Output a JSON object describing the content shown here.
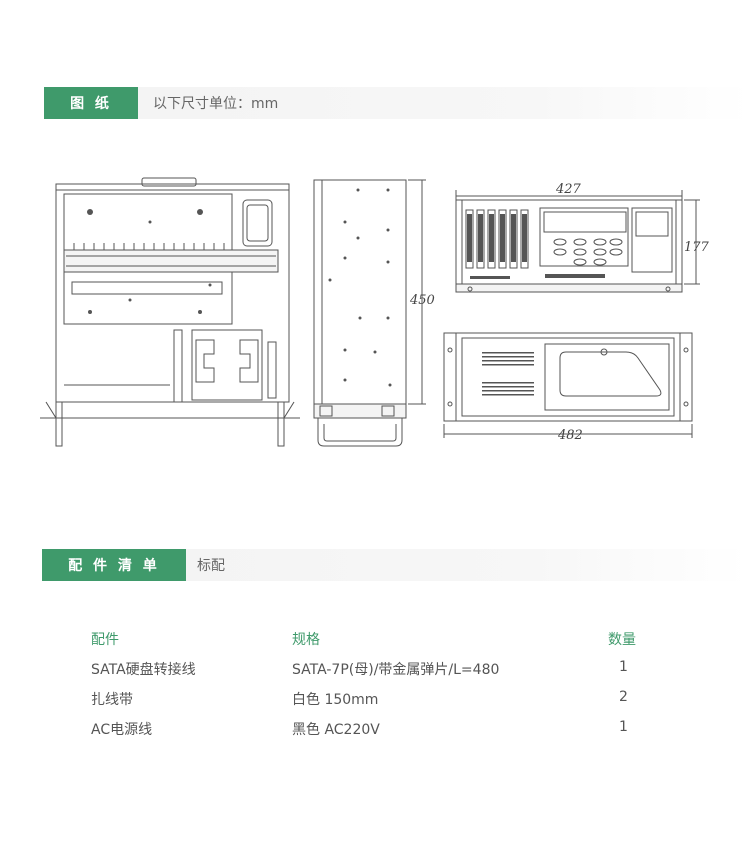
{
  "drawing_section": {
    "title": "图 纸",
    "note": "以下尺寸单位：mm",
    "dimensions": {
      "depth": "450",
      "width_inner": "427",
      "height": "177",
      "width_outer": "482"
    }
  },
  "parts_section": {
    "title": "配 件 清 单",
    "note": "标配",
    "headers": {
      "part": "配件",
      "spec": "规格",
      "qty": "数量"
    },
    "rows": [
      {
        "part": "SATA硬盘转接线",
        "spec": "SATA-7P(母)/带金属弹片/L=480",
        "qty": "1"
      },
      {
        "part": "扎线带",
        "spec": "白色 150mm",
        "qty": "2"
      },
      {
        "part": "AC电源线",
        "spec": "黑色 AC220V",
        "qty": "1"
      }
    ]
  },
  "colors": {
    "accent": "#3f9a6b",
    "line": "#555555"
  }
}
